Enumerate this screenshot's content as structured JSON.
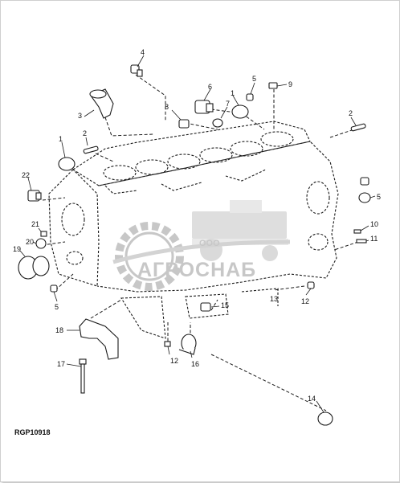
{
  "diagram": {
    "code": "RGP10918",
    "watermark": {
      "small": "ООО",
      "name": "АГРОСНАБ"
    },
    "callouts": [
      {
        "id": "c4",
        "text": "4"
      },
      {
        "id": "c3",
        "text": "3"
      },
      {
        "id": "c6",
        "text": "6"
      },
      {
        "id": "c1a",
        "text": "1"
      },
      {
        "id": "c5a",
        "text": "5"
      },
      {
        "id": "c9",
        "text": "9"
      },
      {
        "id": "c7",
        "text": "7"
      },
      {
        "id": "c8",
        "text": "8"
      },
      {
        "id": "c2a",
        "text": "2"
      },
      {
        "id": "c1b",
        "text": "1"
      },
      {
        "id": "c2b",
        "text": "2"
      },
      {
        "id": "c22",
        "text": "22"
      },
      {
        "id": "c5b",
        "text": "5"
      },
      {
        "id": "c21",
        "text": "21"
      },
      {
        "id": "c20",
        "text": "20"
      },
      {
        "id": "c19",
        "text": "19"
      },
      {
        "id": "c10",
        "text": "10"
      },
      {
        "id": "c11",
        "text": "11"
      },
      {
        "id": "c5c",
        "text": "5"
      },
      {
        "id": "c12a",
        "text": "12"
      },
      {
        "id": "c13",
        "text": "13"
      },
      {
        "id": "c15",
        "text": "15"
      },
      {
        "id": "c18",
        "text": "18"
      },
      {
        "id": "c12b",
        "text": "12"
      },
      {
        "id": "c16",
        "text": "16"
      },
      {
        "id": "c17",
        "text": "17"
      },
      {
        "id": "c14",
        "text": "14"
      }
    ]
  }
}
